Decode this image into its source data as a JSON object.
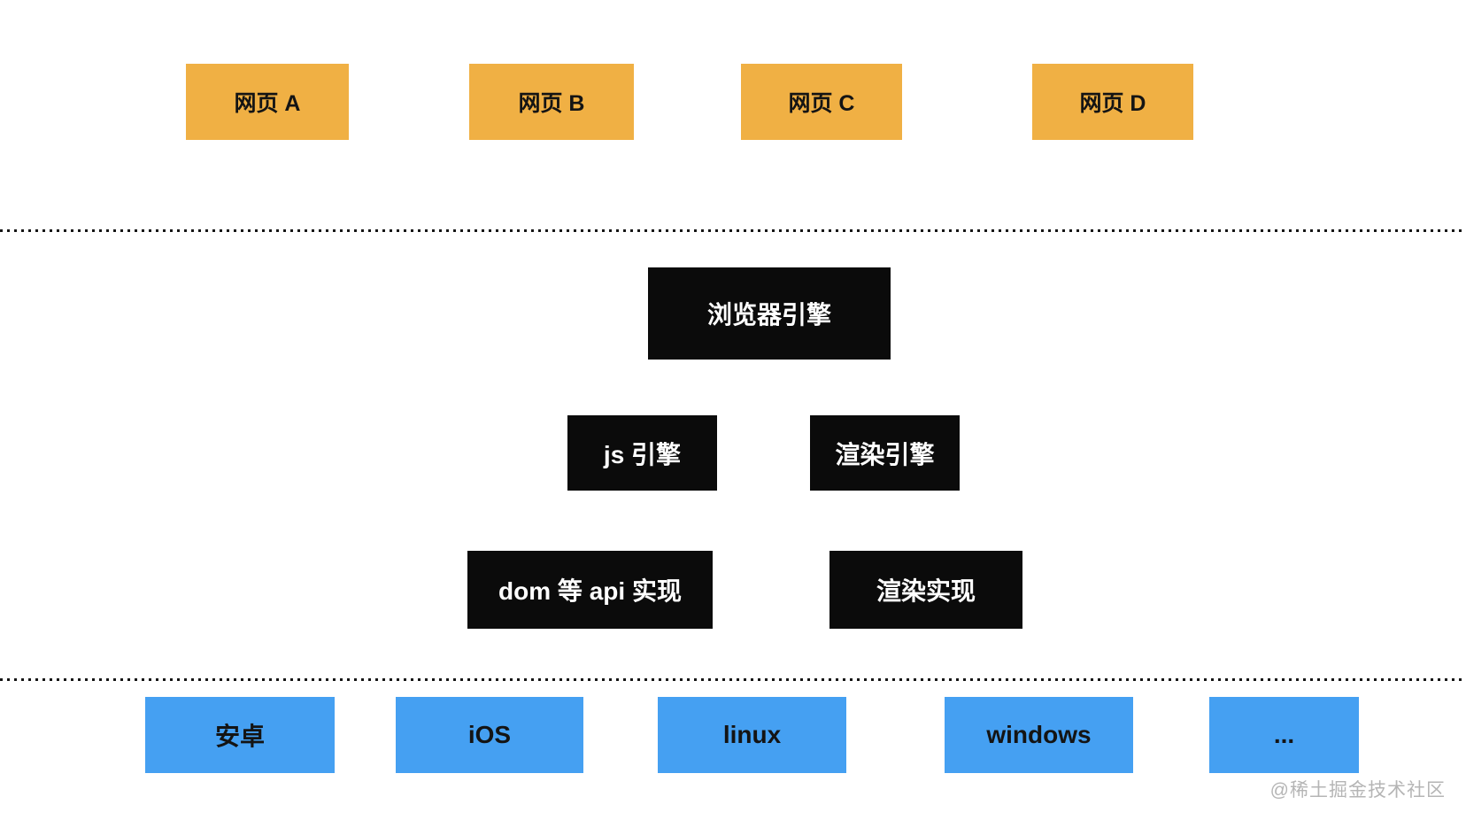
{
  "colors": {
    "webpage_box_bg": "#F0B044",
    "webpage_box_text": "#141414",
    "engine_box_bg": "#0B0B0B",
    "engine_box_text": "#FFFFFF",
    "platform_box_bg": "#45A0F2",
    "platform_box_text": "#141414",
    "separator_dot": "#151515",
    "watermark_text": "#B5B5B5"
  },
  "webpages": {
    "items": [
      {
        "label": "网页 A"
      },
      {
        "label": "网页 B"
      },
      {
        "label": "网页 C"
      },
      {
        "label": "网页 D"
      }
    ]
  },
  "browser": {
    "engine_label": "浏览器引擎",
    "sub_engines": [
      {
        "label": "js 引擎"
      },
      {
        "label": "渲染引擎"
      }
    ],
    "implementations": [
      {
        "label": "dom 等 api 实现"
      },
      {
        "label": "渲染实现"
      }
    ]
  },
  "platforms": {
    "items": [
      {
        "label": "安卓"
      },
      {
        "label": "iOS"
      },
      {
        "label": "linux"
      },
      {
        "label": "windows"
      },
      {
        "label": "..."
      }
    ]
  },
  "watermark": {
    "label": "@稀土掘金技术社区"
  }
}
